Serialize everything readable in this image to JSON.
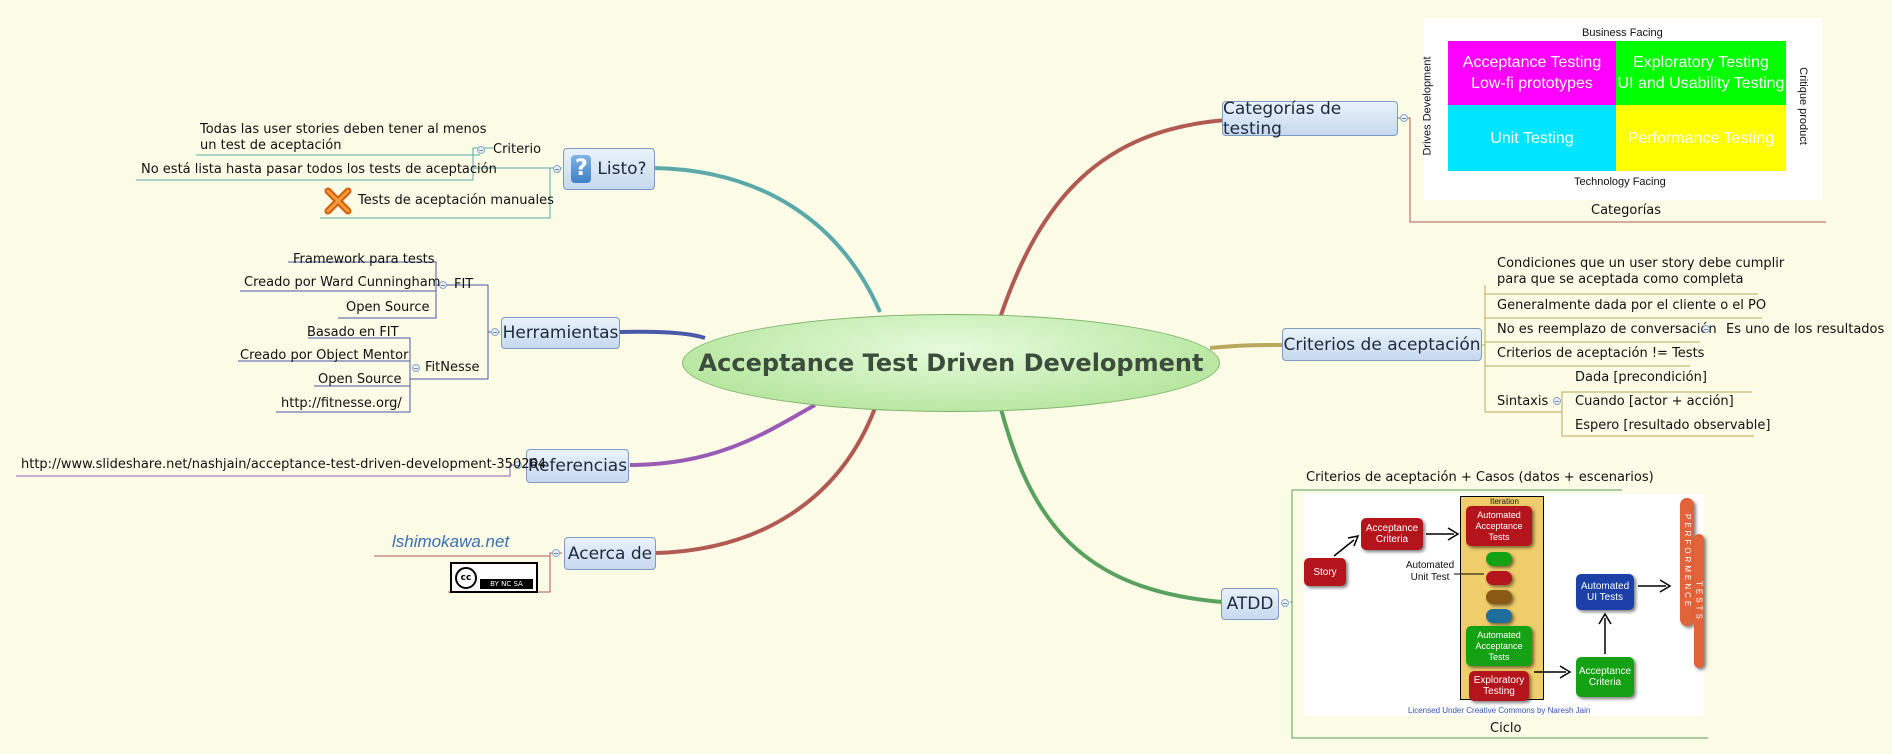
{
  "central": {
    "title": "Acceptance Test Driven Development"
  },
  "listo": {
    "title": "Listo?",
    "criterio_label": "Criterio",
    "criterio_text_line1": "Todas las user stories deben tener al menos",
    "criterio_text_line2": "un test de aceptación",
    "no_lista": "No está lista hasta pasar todos los tests de aceptación",
    "manuales": "Tests de aceptación manuales"
  },
  "herramientas": {
    "title": "Herramientas",
    "fit_label": "FIT",
    "fit_items": [
      "Framework para tests",
      "Creado por Ward Cunningham",
      "Open Source"
    ],
    "fitnesse_label": "FitNesse",
    "fitnesse_items": [
      "Basado en FIT",
      "Creado por Object Mentor",
      "Open Source",
      "http://fitnesse.org/"
    ]
  },
  "referencias": {
    "title": "Referencias",
    "url": "http://www.slideshare.net/nashjain/acceptance-test-driven-development-350264"
  },
  "acerca": {
    "title": "Acerca de",
    "logo_text": "lshimokawa.net",
    "license_text": "BY NC SA"
  },
  "categorias": {
    "title": "Categorías de testing",
    "caption": "Categorías",
    "image": {
      "top": "Business Facing",
      "bottom": "Technology Facing",
      "left": "Drives Development",
      "right": "Critique product",
      "q1_line1": "Acceptance Testing",
      "q1_line2": "Low-fi prototypes",
      "q2_line1": "Exploratory Testing",
      "q2_line2": "UI and Usability Testing",
      "q3": "Unit Testing",
      "q4": "Performance Testing",
      "colors": {
        "q1": "#ff00ff",
        "q2": "#00ff00",
        "q3": "#00e5ff",
        "q4": "#ffff00"
      }
    }
  },
  "criterios": {
    "title": "Criterios de aceptación",
    "cond_line1": "Condiciones que un user story debe cumplir",
    "cond_line2": "para que se aceptada como completa",
    "dada_po": "Generalmente dada por el cliente o el PO",
    "no_reemplazo": "No es reemplazo de conversación",
    "uno_resultados": "Es uno de los resultados",
    "neq_tests": "Criterios de aceptación != Tests",
    "sintaxis_label": "Sintaxis",
    "sintaxis_items": [
      "Dada [precondición]",
      "Cuando [actor + acción]",
      "Espero [resultado observable]"
    ]
  },
  "atdd": {
    "title": "ATDD",
    "header": "Criterios de aceptación + Casos (datos + escenarios)",
    "caption": "Ciclo",
    "image": {
      "iteration": "Iteration",
      "story": "Story",
      "acc_criteria": "Acceptance Criteria",
      "auto_acc_tests": "Automated Acceptance Tests",
      "auto_unit_test": "Automated Unit Test",
      "auto_acc_tests2": "Automated Acceptance Tests",
      "exploratory": "Exploratory Testing",
      "auto_ui_tests": "Automated UI Tests",
      "acc_criteria2": "Acceptance Criteria",
      "performance": "PERFORMENCE",
      "tests": "TESTS",
      "license": "Licensed Under Creative Commons by Naresh Jain"
    }
  }
}
